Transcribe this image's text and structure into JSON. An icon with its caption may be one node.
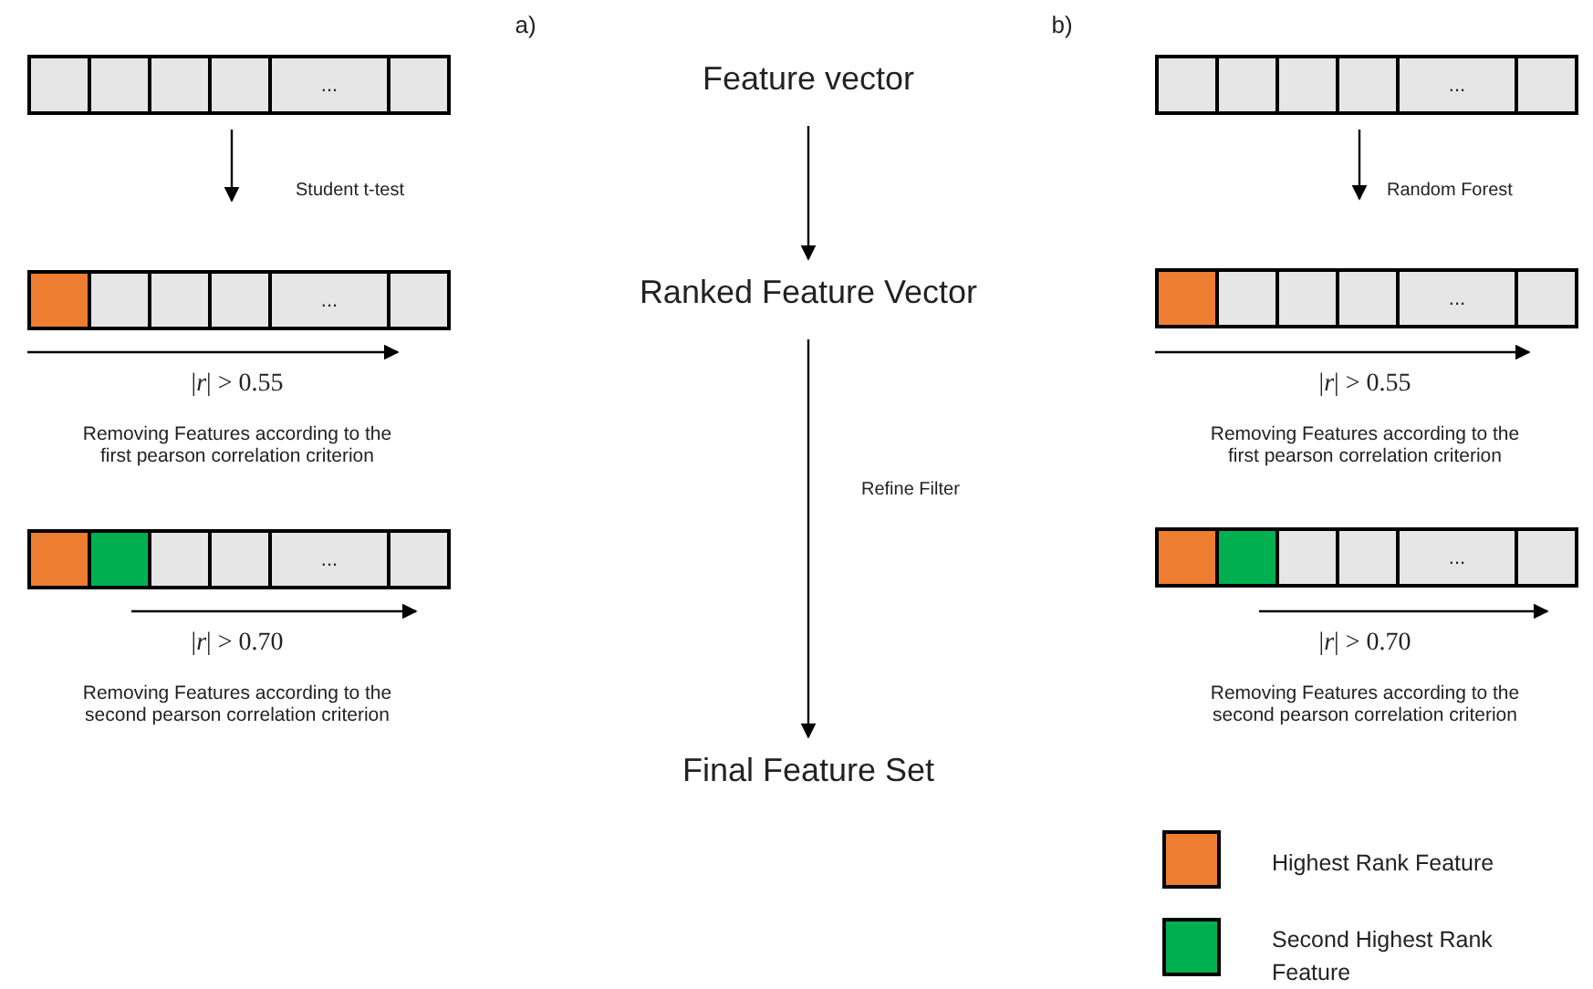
{
  "diagram": {
    "nodes": [
      {
        "text": [
          "Feature vector"
        ]
      },
      {
        "text": [
          "Ranked Feature Vector"
        ]
      },
      {
        "text": [
          "Final Feature Set"
        ]
      },
      {
        "text": [
          "..."
        ]
      },
      {
        "text": [
          "..."
        ]
      },
      {
        "text": [
          "..."
        ]
      },
      {
        "text": [
          "..."
        ]
      },
      {
        "text": [
          "..."
        ]
      },
      {
        "text": [
          "..."
        ]
      }
    ],
    "edges": [
      {
        "from": 0,
        "to": 1,
        "arrow": "to"
      },
      {
        "from": 1,
        "to": 2,
        "label": "Refine Filter",
        "arrow": "to"
      },
      {
        "from": 3,
        "to": 4,
        "label": "Student t-test",
        "arrow": "to"
      },
      {
        "from": 6,
        "to": 7,
        "label": "Random Forest",
        "arrow": "to"
      }
    ],
    "labels": [
      "a)",
      "b)",
      "|*r*| > 0.55",
      "Removing Features according to the first pearson correlation criterion",
      "|*r*| > 0.55",
      "Removing Features according to the first pearson correlation criterion",
      "|*r*| > 0.70",
      "Removing Features according to the second pearson correlation criterion",
      "|*r*| > 0.70",
      "Removing Features according to the second pearson correlation criterion"
    ],
    "legend": [
      {
        "text": "Highest Rank Feature",
        "color": "#ed7d31"
      },
      {
        "text": "Second Highest Rank Feature",
        "color": "#00b050"
      }
    ]
  }
}
